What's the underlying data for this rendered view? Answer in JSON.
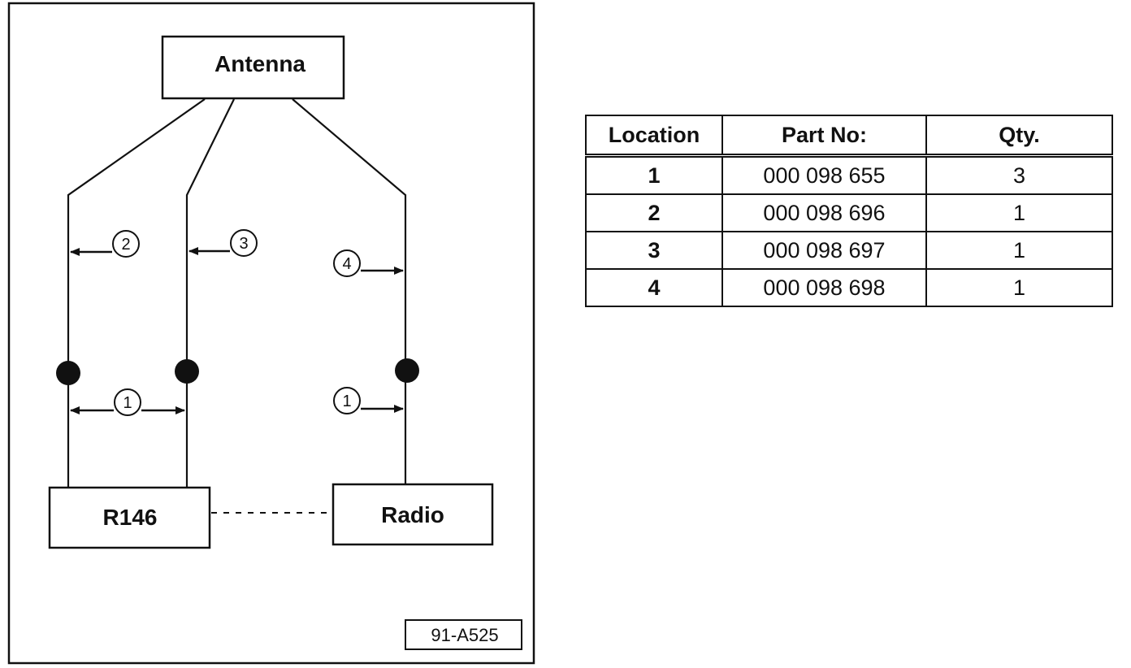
{
  "diagram": {
    "boxes": {
      "antenna": "Antenna",
      "r146": "R146",
      "radio": "Radio"
    },
    "callouts": {
      "c2": "2",
      "c3": "3",
      "c4": "4",
      "c1_left": "1",
      "c1_right": "1"
    },
    "figure_id": "91-A525"
  },
  "table": {
    "headers": {
      "location": "Location",
      "part_no": "Part No:",
      "qty": "Qty."
    },
    "rows": [
      {
        "location": "1",
        "part_no": "000 098 655",
        "qty": "3"
      },
      {
        "location": "2",
        "part_no": "000 098 696",
        "qty": "1"
      },
      {
        "location": "3",
        "part_no": "000 098 697",
        "qty": "1"
      },
      {
        "location": "4",
        "part_no": "000 098 698",
        "qty": "1"
      }
    ]
  }
}
